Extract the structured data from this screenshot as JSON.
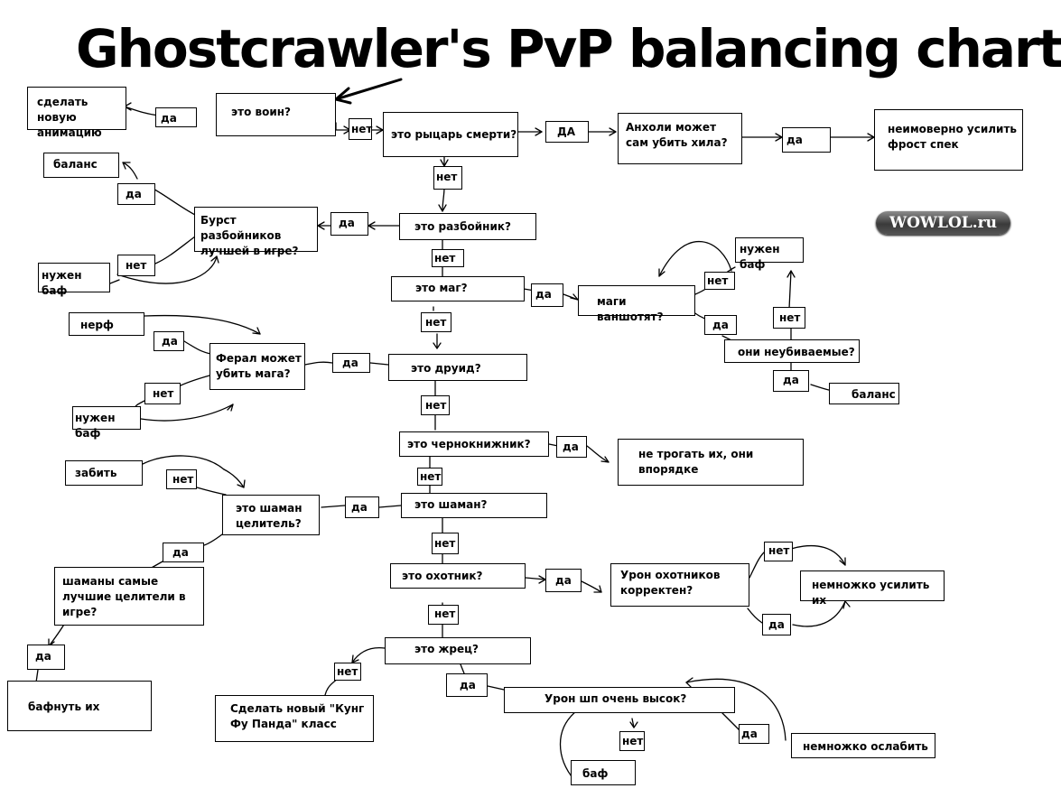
{
  "title": "Ghostcrawler's PvP balancing chart",
  "watermark": "WOWLOL.ru",
  "colors": {
    "background": "#ffffff",
    "ink": "#000000"
  },
  "nodes": {
    "new_animation": "сделать новую анимацию",
    "yes_warrior": "да",
    "is_warrior": "это воин?",
    "no_warrior": "нет",
    "is_dk": "это рыцарь смерти?",
    "yes_dk": "ДА",
    "unholy": "Анхоли может сам убить хила?",
    "yes_unholy": "да",
    "buff_frost": "неимоверно усилить фрост спек",
    "no_dk": "нет",
    "balance_top": "баланс",
    "yes_rogue_burst": "да",
    "rogue_burst": "Бурст разбойников лучшей в игре?",
    "yes_rogue": "да",
    "is_rogue": "это разбойник?",
    "no_rogue_burst": "нет",
    "need_buff_left": "нужен баф",
    "no_rogue": "нет",
    "is_mage": "это маг?",
    "yes_mage": "да",
    "mages_oneshot": "маги ваншотят?",
    "no_oneshot": "нет",
    "need_buff_right": "нужен баф",
    "yes_oneshot": "да",
    "no_unkillable": "нет",
    "unkillable": "они неубиваемые?",
    "yes_unkillable": "да",
    "balance_right": "баланс",
    "no_mage": "нет",
    "nerf": "нерф",
    "yes_feral": "да",
    "feral": "Ферал может убить мага?",
    "yes_druid": "да",
    "is_druid": "это друид?",
    "no_feral": "нет",
    "need_buff_feral": "нужен баф",
    "no_druid": "нет",
    "is_warlock": "это чернокнижник?",
    "yes_warlock": "да",
    "warlock_ok": "не трогать их, они впорядке",
    "no_warlock": "нет",
    "forget": "забить",
    "no_resto": "нет",
    "resto_shaman": "это шаман целитель?",
    "yes_shaman": "да",
    "is_shaman": "это шаман?",
    "yes_resto": "да",
    "best_healers": "шаманы самые лучшие целители в игре?",
    "yes_best": "да",
    "buff_them": "бафнуть их",
    "no_shaman": "нет",
    "is_hunter": "это охотник?",
    "yes_hunter": "да",
    "hunter_damage": "Урон охотников корректен?",
    "no_hunter_dmg": "нет",
    "buff_slightly": "немножко усилить их",
    "yes_hunter_dmg": "да",
    "no_hunter": "нет",
    "is_priest": "это жрец?",
    "no_priest": "нет",
    "kung_fu": "Сделать новый \"Кунг Фу Панда\" класс",
    "yes_priest": "да",
    "sp_damage": "Урон шп очень высок?",
    "no_sp": "нет",
    "buff": "баф",
    "yes_sp": "да",
    "nerf_slightly": "немножко ослабить"
  }
}
